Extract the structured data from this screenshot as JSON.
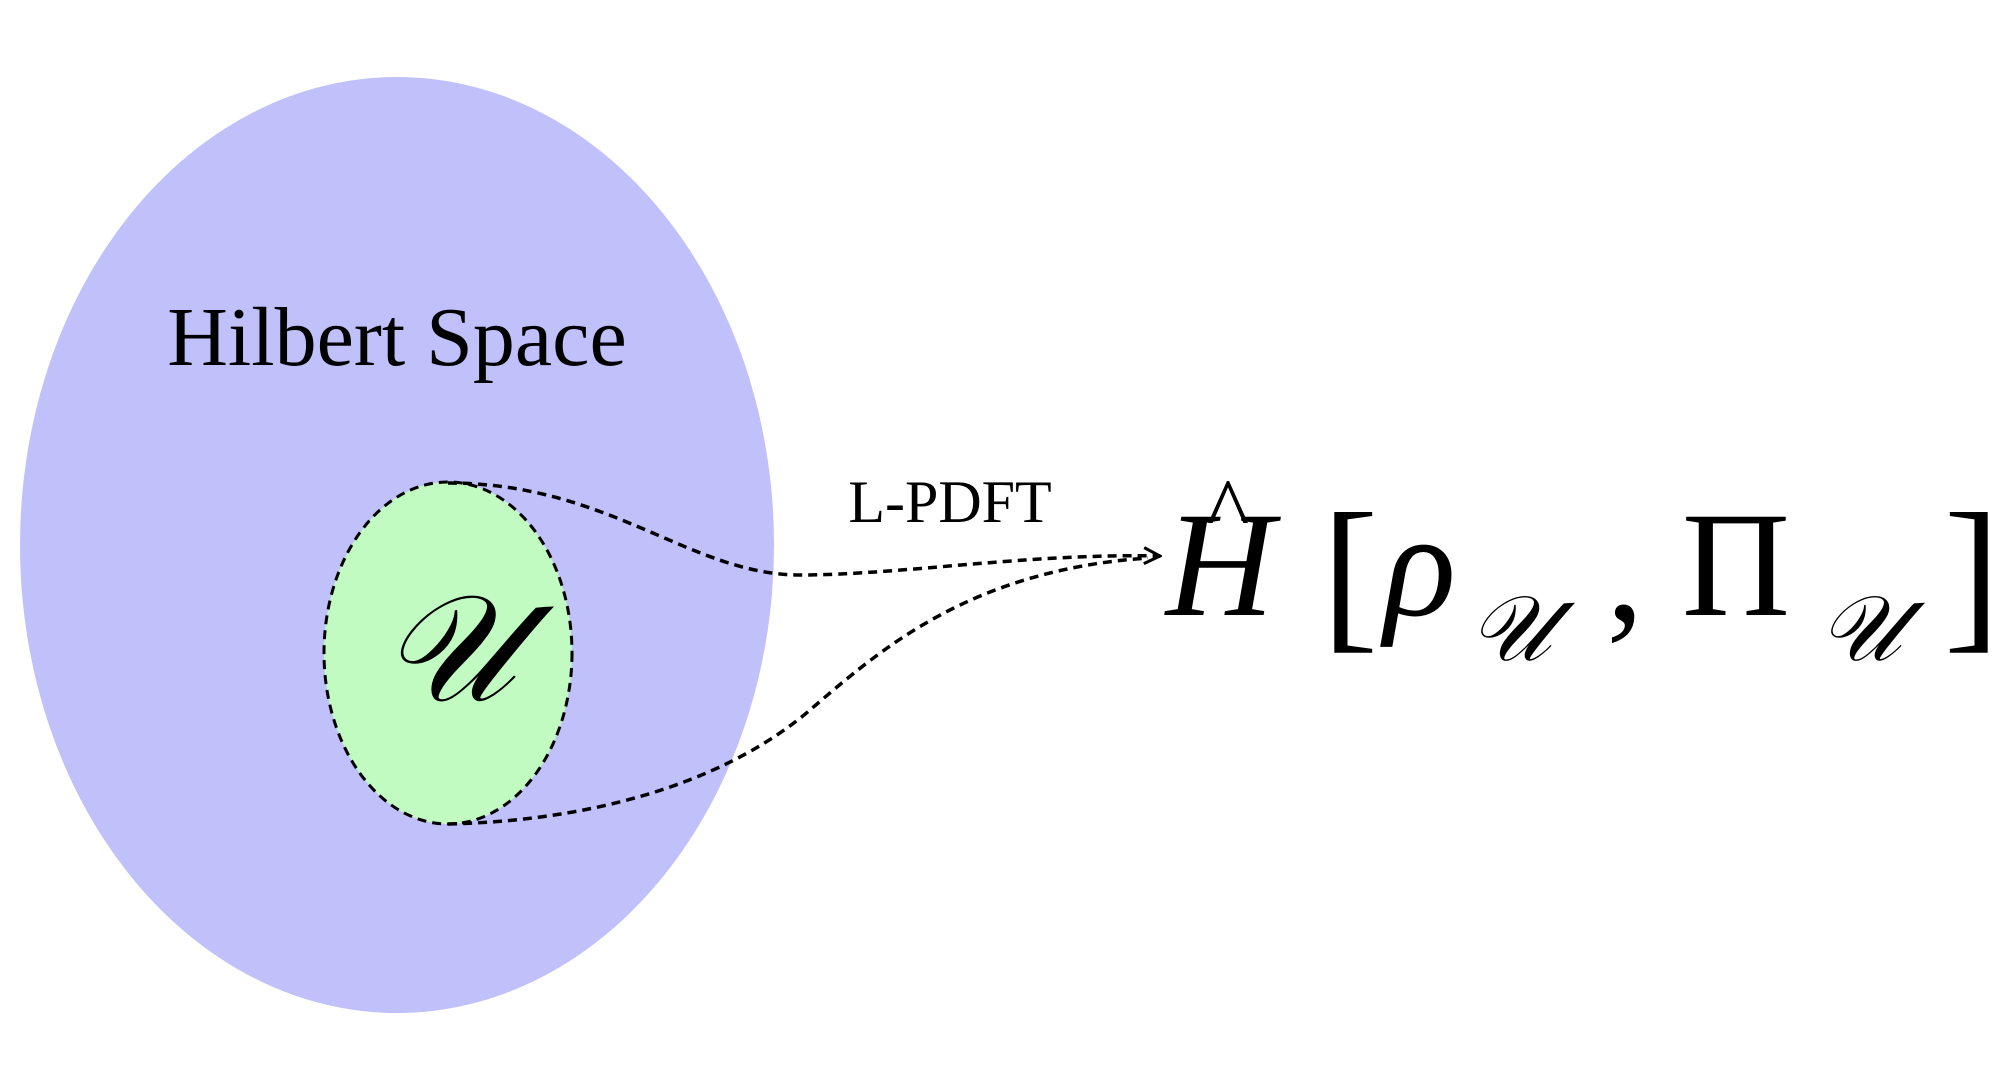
{
  "diagram": {
    "outer_region": {
      "label": "Hilbert Space",
      "fill_color": "#c0c0fb"
    },
    "inner_region": {
      "label": "𝒰",
      "fill_color": "#c1fbc1",
      "border_style": "dashed"
    },
    "arrow": {
      "label": "L-PDFT",
      "line_style": "dashed"
    },
    "target_expression": {
      "operator": "H",
      "hat": "^",
      "open_bracket": "[",
      "first_symbol": "ρ",
      "first_subscript": "𝒰",
      "separator": ",",
      "second_symbol": "Π",
      "second_subscript": "𝒰",
      "close_bracket": "]"
    }
  }
}
